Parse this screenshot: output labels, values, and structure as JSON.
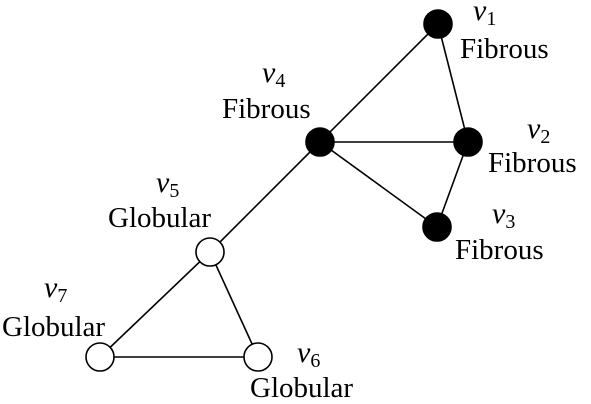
{
  "colors": {
    "fibrous_fill": "#000000",
    "globular_fill": "#ffffff",
    "stroke": "#000000"
  },
  "nodes": [
    {
      "id": "v1",
      "var": "v",
      "sub": "1",
      "type": "Fibrous",
      "filled": true
    },
    {
      "id": "v2",
      "var": "v",
      "sub": "2",
      "type": "Fibrous",
      "filled": true
    },
    {
      "id": "v3",
      "var": "v",
      "sub": "3",
      "type": "Fibrous",
      "filled": true
    },
    {
      "id": "v4",
      "var": "v",
      "sub": "4",
      "type": "Fibrous",
      "filled": true
    },
    {
      "id": "v5",
      "var": "v",
      "sub": "5",
      "type": "Globular",
      "filled": false
    },
    {
      "id": "v6",
      "var": "v",
      "sub": "6",
      "type": "Globular",
      "filled": false
    },
    {
      "id": "v7",
      "var": "v",
      "sub": "7",
      "type": "Globular",
      "filled": false
    }
  ],
  "edges": [
    [
      "v1",
      "v2"
    ],
    [
      "v1",
      "v4"
    ],
    [
      "v2",
      "v4"
    ],
    [
      "v2",
      "v3"
    ],
    [
      "v3",
      "v4"
    ],
    [
      "v4",
      "v5"
    ],
    [
      "v5",
      "v6"
    ],
    [
      "v5",
      "v7"
    ],
    [
      "v6",
      "v7"
    ]
  ]
}
